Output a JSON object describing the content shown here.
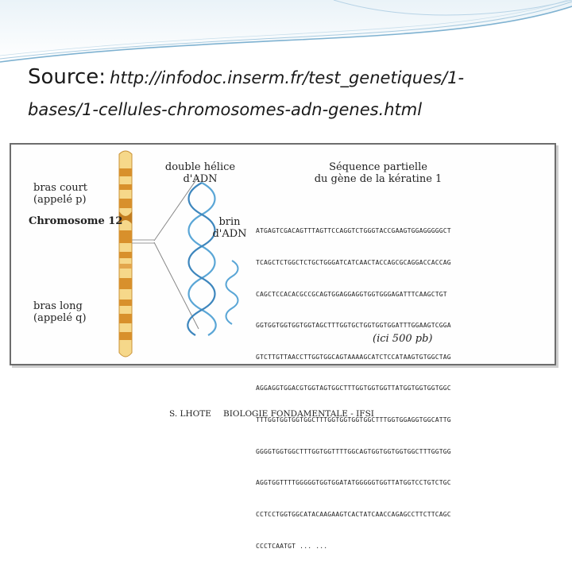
{
  "slide": {
    "source_label": "Source:",
    "source_url_line1": "http://infodoc.inserm.fr/test_genetiques/1-",
    "source_url_line2": "bases/1-cellules-chromosomes-adn-genes.html"
  },
  "figure": {
    "arm_short": [
      "bras court",
      "(appelé p)"
    ],
    "chromosome_label": "Chromosome 12",
    "arm_long": [
      "bras long",
      "(appelé q)"
    ],
    "double_helix": [
      "double hélice",
      "d'ADN"
    ],
    "strand": [
      "brin",
      "d'ADN"
    ],
    "partial_sequence_title": [
      "Séquence partielle",
      "du gène de la kératine 1"
    ],
    "sequence_lines": [
      "ATGAGTCGACAGTTTAGTTCCAGGTCTGGGTACCGAAGTGGAGGGGGCT",
      "TCAGCTCTGGCTCTGCTGGGATCATCAACTACCAGCGCAGGACCACCAG",
      "CAGCTCCACACGCCGCAGTGGAGGAGGTGGTGGGAGATTTCAAGCTGT",
      "GGTGGTGGTGGTGGTAGCTTTGGTGCTGGTGGTGGATTTGGAAGTCGGA",
      "GTCTTGTTAACCTTGGTGGCAGTAAAAGCATCTCCATAAGTGTGGCTAG",
      "AGGAGGTGGACGTGGTAGTGGCTTTGGTGGTGGTTATGGTGGTGGTGGC",
      "TTTGGTGGTGGTGGCTTTGGTGGTGGTGGCTTTGGTGGAGGTGGCATTG",
      "GGGGTGGTGGCTTTGGTGGTTTTGGCAGTGGTGGTGGTGGCTTTGGTGG",
      "AGGTGGTTTTGGGGGTGGTGGATATGGGGGTGGTTATGGTCCTGTCTGC",
      "CCTCCTGGTGGCATACAAGAAGTCACTATCAACCAGAGCCTTCTTCAGC",
      "CCCTCAATGT ... ..."
    ],
    "note": "(ici 500 pb)"
  },
  "footer": {
    "author": "S. LHOTE",
    "course": "BIOLOGIE FONDAMENTALE - IFSI"
  },
  "colors": {
    "chromosome_light": "#f6d88a",
    "chromosome_band": "#d8902c",
    "dna_helix": "#5aa6d6",
    "decor_band": "#7fb2d1"
  }
}
